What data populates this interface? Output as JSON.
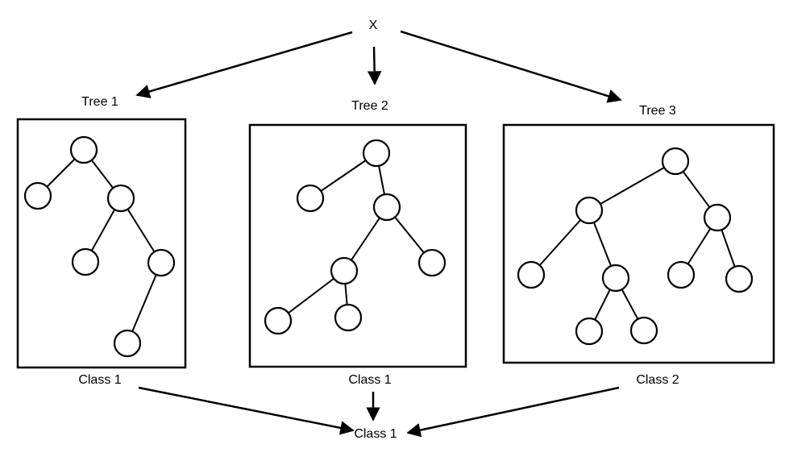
{
  "diagram": {
    "type": "random-forest-classification",
    "input_label": "X",
    "trees": [
      {
        "title": "Tree 1",
        "class_label": "Class 1",
        "node_count": 6
      },
      {
        "title": "Tree 2",
        "class_label": "Class 1",
        "node_count": 7
      },
      {
        "title": "Tree 3",
        "class_label": "Class 2",
        "node_count": 9
      }
    ],
    "final_label": "Class 1",
    "colors": {
      "stroke": "#000000",
      "background": "#ffffff",
      "node_fill": "#ffffff"
    }
  }
}
